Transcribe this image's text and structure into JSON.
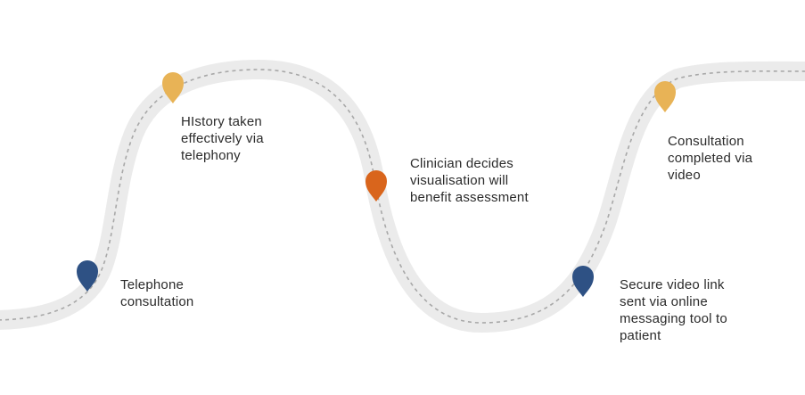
{
  "colors": {
    "road": "#ebebeb",
    "road_dash": "#a8a8a8",
    "pin_blue": "#2e5184",
    "pin_yellow": "#e8b356",
    "pin_orange": "#d9651c"
  },
  "steps": [
    {
      "label": "Telephone\nconsultation",
      "pin_color": "pin_blue",
      "pin_icon": "map-pin-icon"
    },
    {
      "label": "HIstory taken\neffectively via\ntelephony",
      "pin_color": "pin_yellow",
      "pin_icon": "map-pin-icon"
    },
    {
      "label": "Clinician decides\nvisualisation will\nbenefit assessment",
      "pin_color": "pin_orange",
      "pin_icon": "map-pin-icon"
    },
    {
      "label": "Secure video link\nsent  via online\nmessaging tool to\npatient",
      "pin_color": "pin_blue",
      "pin_icon": "map-pin-icon"
    },
    {
      "label": "Consultation\ncompleted via\nvideo",
      "pin_color": "pin_yellow",
      "pin_icon": "map-pin-icon"
    }
  ]
}
